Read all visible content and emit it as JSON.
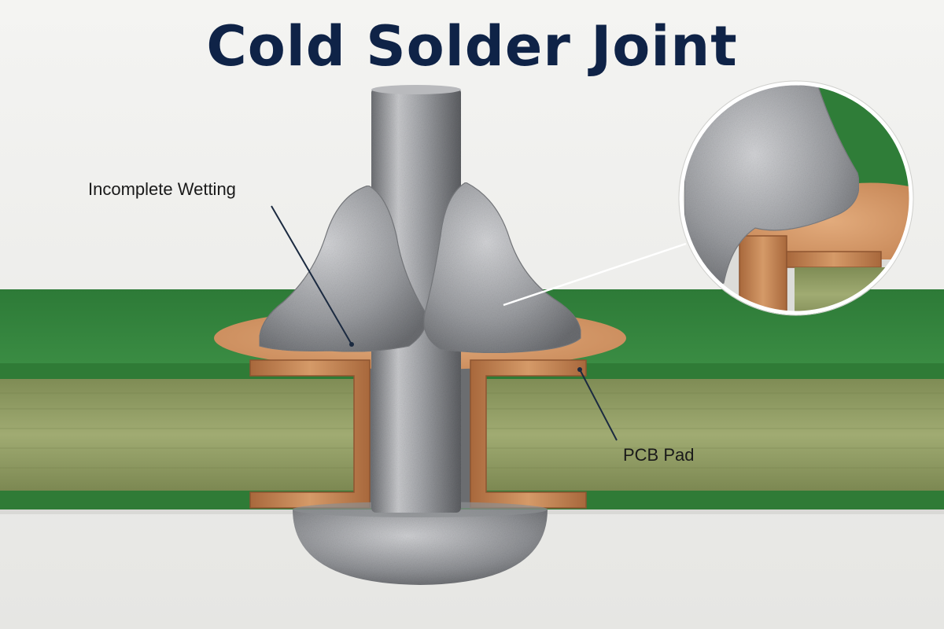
{
  "title": "Cold Solder Joint",
  "callouts": {
    "incomplete_wetting": "Incomplete Wetting",
    "pcb_pad": "PCB Pad"
  },
  "colors": {
    "title": "#0f2347",
    "pcb_green": "#2e7d3a",
    "fr4_core": "#8e9a62",
    "copper": "#c98a5a",
    "solder": "#a9aaad",
    "background": "#f1f1ef"
  }
}
